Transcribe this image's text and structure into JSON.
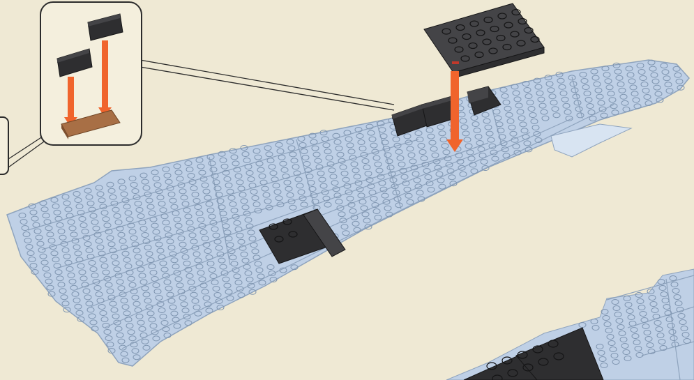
{
  "colors": {
    "background": "#efe9d4",
    "plate": "#bfd0e6",
    "plate_edge": "#8ea3bd",
    "plate_light": "#d8e4f2",
    "stud_outline": "#7f95b0",
    "dark_piece": "#2e2e30",
    "dark_edge": "#161617",
    "dark_top": "#444447",
    "arrow": "#f0642c",
    "brown_piece": "#a86f45",
    "callout_fill": "#f4efdd",
    "callout_border": "#2b2b2b"
  },
  "illustration": {
    "subject": "wing-assembly",
    "callout": {
      "pieces": [
        "black-bracket",
        "black-bracket",
        "brown-plate"
      ],
      "arrows": 2
    },
    "main_arrows": 1
  }
}
